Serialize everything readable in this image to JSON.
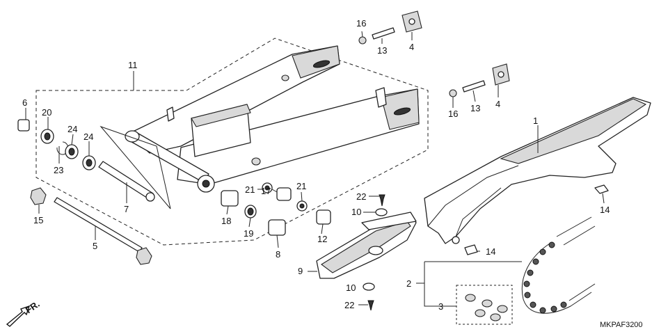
{
  "diagram_code": "MKPAF3200",
  "front_indicator": "FR.",
  "callouts": {
    "c1": "1",
    "c2": "2",
    "c3": "3",
    "c4a": "4",
    "c4b": "4",
    "c5": "5",
    "c6": "6",
    "c7": "7",
    "c8": "8",
    "c9": "9",
    "c10a": "10",
    "c10b": "10",
    "c11": "11",
    "c12": "12",
    "c13a": "13",
    "c13b": "13",
    "c14a": "14",
    "c14b": "14",
    "c15": "15",
    "c16a": "16",
    "c16b": "16",
    "c17": "17",
    "c18": "18",
    "c19": "19",
    "c20": "20",
    "c21a": "21",
    "c21b": "21",
    "c22a": "22",
    "c22b": "22",
    "c23": "23",
    "c24a": "24",
    "c24b": "24"
  }
}
